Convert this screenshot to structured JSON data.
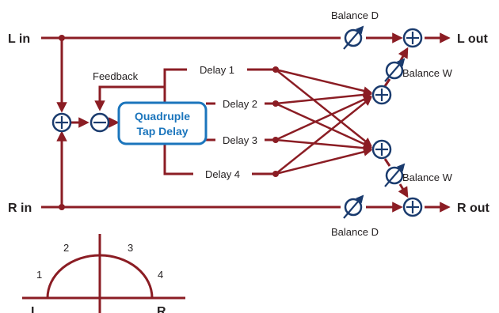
{
  "labels": {
    "l_in": "L in",
    "r_in": "R in",
    "l_out": "L out",
    "r_out": "R out",
    "feedback": "Feedback",
    "delay1": "Delay 1",
    "delay2": "Delay 2",
    "delay3": "Delay 3",
    "delay4": "Delay 4",
    "box_line1": "Quadruple",
    "box_line2": "Tap Delay",
    "balance_d_top": "Balance D",
    "balance_d_bottom": "Balance D",
    "balance_w_top": "Balance W",
    "balance_w_bottom": "Balance W"
  },
  "pan_diagram": {
    "tap1": "1",
    "tap2": "2",
    "tap3": "3",
    "tap4": "4",
    "left": "L",
    "right": "R"
  },
  "colors": {
    "signal": "#8b1d24",
    "node": "#1a3b6e",
    "box_border": "#1b75bc"
  }
}
